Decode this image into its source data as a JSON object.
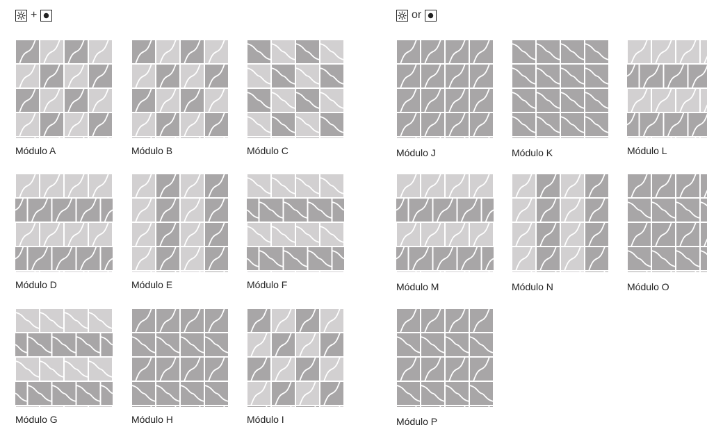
{
  "legend": {
    "left": {
      "icon_a": "sun-icon",
      "operator": "+",
      "icon_b": "dot-icon"
    },
    "right": {
      "icon_a": "sun-icon",
      "operator": "or",
      "icon_b": "dot-icon"
    }
  },
  "colors": {
    "dark": "#a8a6a7",
    "light": "#d2d0d1",
    "line": "#ffffff"
  },
  "modules": [
    {
      "label": "Módulo A",
      "pattern": "checker-leaf"
    },
    {
      "label": "Módulo B",
      "pattern": "checker-leaf"
    },
    {
      "label": "Módulo C",
      "pattern": "checker-wave"
    },
    {
      "label": "Módulo D",
      "pattern": "brick-leaf"
    },
    {
      "label": "Módulo E",
      "pattern": "stripe-leaf"
    },
    {
      "label": "Módulo F",
      "pattern": "brick-wave"
    },
    {
      "label": "Módulo G",
      "pattern": "brick-wave"
    },
    {
      "label": "Módulo H",
      "pattern": "mixed"
    },
    {
      "label": "Módulo I",
      "pattern": "checker-leaf"
    },
    {
      "label": "Módulo J",
      "pattern": "solid-leaf"
    },
    {
      "label": "Módulo K",
      "pattern": "solid-wave"
    },
    {
      "label": "Módulo L",
      "pattern": "brick-leaf"
    },
    {
      "label": "Módulo M",
      "pattern": "brick-leaf"
    },
    {
      "label": "Módulo N",
      "pattern": "stripe-leaf"
    },
    {
      "label": "Módulo O",
      "pattern": "mixed"
    },
    {
      "label": "Módulo P",
      "pattern": "mixed"
    }
  ]
}
